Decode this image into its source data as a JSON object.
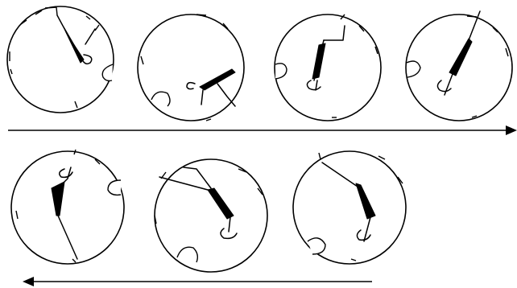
{
  "diagram": {
    "kind": "sequence of circular dial snapshots",
    "rows": [
      {
        "id": "top",
        "frames": 4,
        "flow_direction": "left-to-right"
      },
      {
        "id": "bottom",
        "frames": 3,
        "flow_direction": "right-to-left"
      }
    ],
    "stroke_color": "#000000",
    "background_color": "#ffffff"
  }
}
